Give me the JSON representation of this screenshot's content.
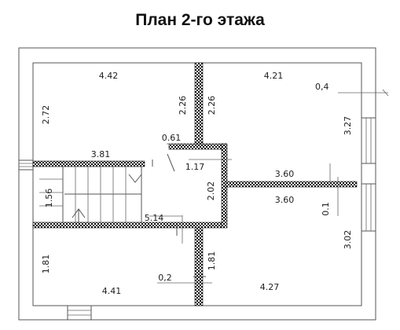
{
  "title": "План 2-го этажа",
  "colors": {
    "wall": "#555555",
    "partition": "#1a1a1a",
    "dimension_text": "#222222"
  },
  "dimensions": {
    "top_left_width": "4.42",
    "top_right_width": "4.21",
    "wall_gap_right": "0,4",
    "left_top_height": "2.72",
    "partition_top_height_left": "2.26",
    "partition_top_height_right": "2.26",
    "right_top_height": "3.27",
    "hall_top_width": "0.61",
    "stair_room_width": "3.81",
    "hall_width": "1.17",
    "right_partition_width_top": "3.60",
    "stair_height": "1.56",
    "hall_height": "2.02",
    "right_partition_width_bottom": "3.60",
    "partition_thickness": "0.1",
    "lower_hall_width": "5.14",
    "left_bottom_height": "1.81",
    "partition_bottom_height": "1.81",
    "right_bottom_height": "3.02",
    "door_gap": "0,2",
    "bottom_left_width": "4.41",
    "bottom_right_width": "4.27"
  }
}
